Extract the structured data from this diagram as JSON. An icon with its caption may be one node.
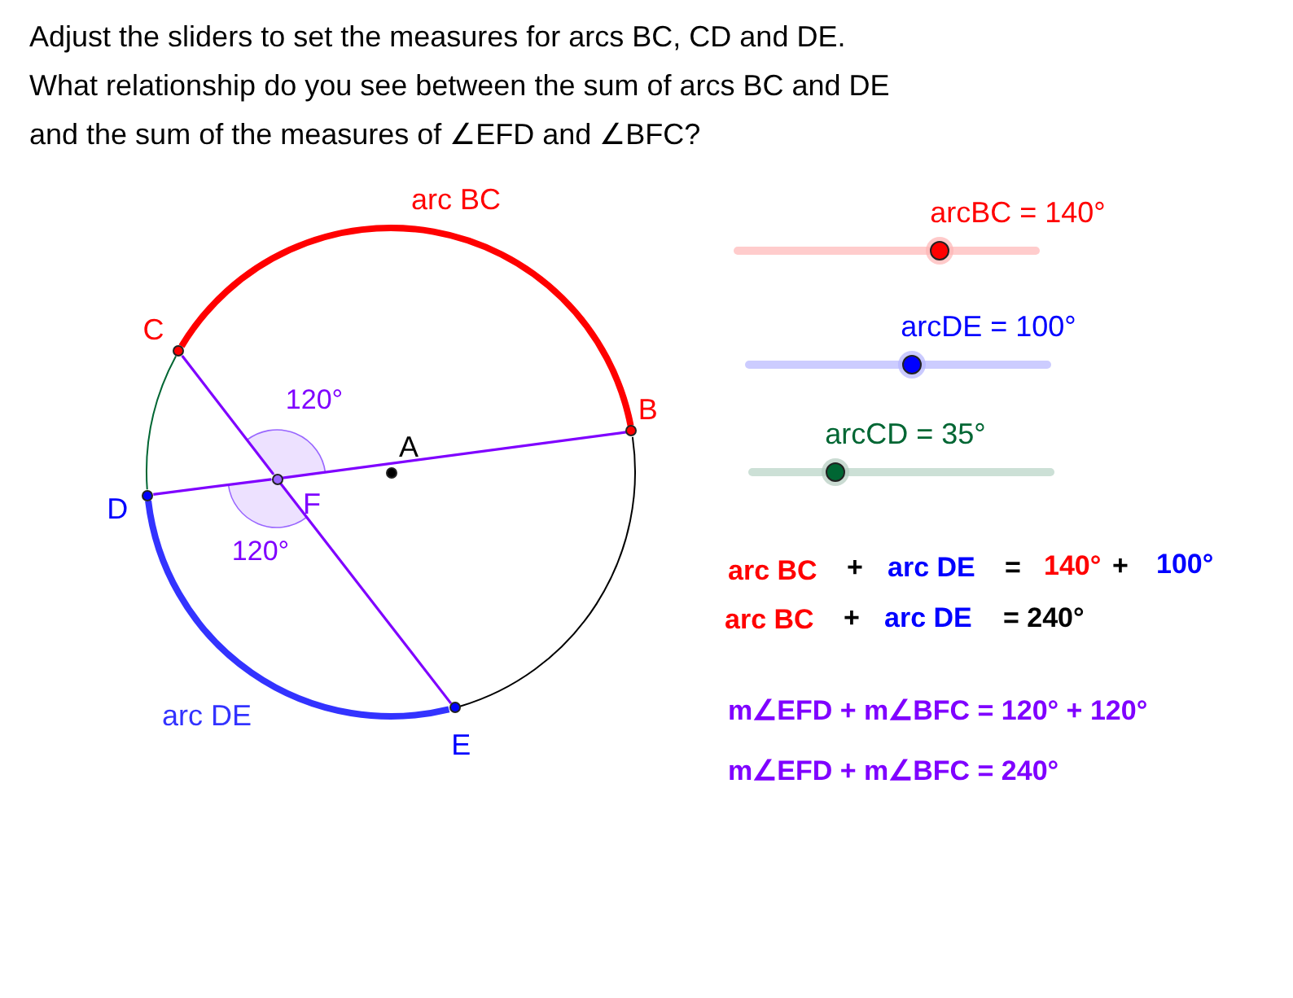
{
  "diagram": {
    "nodes": [
      {
        "text": [],
        "shape": "circle",
        "beside": [
          "C"
        ]
      },
      {
        "text": [],
        "shape": "circle",
        "beside": [
          "B"
        ]
      },
      {
        "text": [],
        "shape": "circle",
        "beside": [
          "A"
        ]
      },
      {
        "text": [],
        "shape": "circle",
        "beside": [
          "F"
        ]
      },
      {
        "text": [],
        "shape": "circle",
        "beside": [
          "D"
        ]
      },
      {
        "text": [],
        "shape": "circle",
        "beside": [
          "E"
        ]
      }
    ],
    "edges": [
      {
        "from": 0,
        "to": 3,
        "arrow": "none"
      },
      {
        "from": 3,
        "to": 5,
        "arrow": "none"
      },
      {
        "from": 4,
        "to": 3,
        "arrow": "none"
      },
      {
        "from": 3,
        "to": 1,
        "arrow": "none"
      },
      {
        "from": 1,
        "to": 0,
        "arrow": "none",
        "style": "thick",
        "color": "#ff0000"
      },
      {
        "from": 0,
        "to": 4,
        "arrow": "none",
        "color": "#006633"
      },
      {
        "from": 4,
        "to": 5,
        "arrow": "none",
        "style": "thick",
        "color": "#3333ff"
      },
      {
        "from": 5,
        "to": 1,
        "arrow": "none",
        "color": "#000000"
      }
    ],
    "labels": [
      "Adjust the sliders to set the measures for arcs BC, CD and DE.",
      "What relationship do you see between the sum of arcs BC and DE",
      "and the sum of the measures of ∠EFD and ∠BFC?",
      "arc BC",
      "120°",
      "120°",
      "arc DE",
      "arcBC = 140°",
      "arcDE = 100°",
      "arcCD = 35°",
      "arc BC",
      "+",
      "arc DE",
      "=",
      "140°",
      "+",
      "100°",
      "arc BC",
      "+",
      "arc DE",
      "= 240°",
      "m∠EFD + m∠BFC = 120° + 120°",
      "m∠EFD + m∠BFC = 240°"
    ]
  }
}
